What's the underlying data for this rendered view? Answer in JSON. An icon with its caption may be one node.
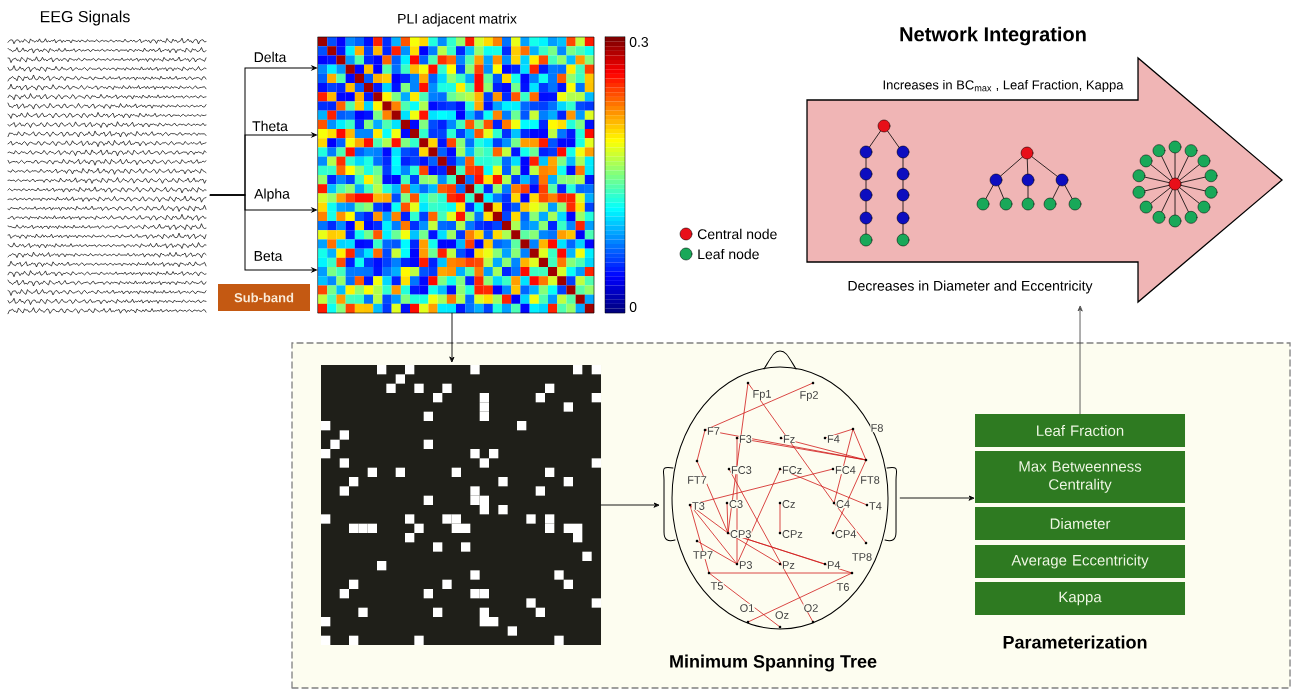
{
  "diagram": {
    "nodes": [
      {
        "text": [
          "EEG Signals"
        ]
      },
      {
        "text": [
          "PLI adjacent matrix"
        ]
      },
      {
        "text": [
          "Sub-band"
        ]
      },
      {
        "text": [
          "Network Integration",
          "Increases in BC$_{max}$ , Leaf Fraction, Kappa",
          "Decreases in Diameter and Eccentricity"
        ]
      },
      {
        "text": [],
        "shape": "box"
      },
      {
        "text": [],
        "shape": "box",
        "in": 4
      },
      {
        "text": [
          "Minimum Spanning Tree"
        ],
        "in": 4
      },
      {
        "text": [
          "Leaf Fraction"
        ],
        "in": 4
      },
      {
        "text": [
          "Max Betweenness Centrality"
        ],
        "in": 4
      },
      {
        "text": [
          "Diameter"
        ],
        "in": 4
      },
      {
        "text": [
          "Average Eccentricity"
        ],
        "in": 4
      },
      {
        "text": [
          "Kappa"
        ],
        "in": 4
      }
    ],
    "edges": [
      {
        "from": 0,
        "to": 1,
        "arrow": "to",
        "label": "Delta"
      },
      {
        "from": 0,
        "to": 1,
        "arrow": "to",
        "label": "Theta"
      },
      {
        "from": 0,
        "to": 1,
        "arrow": "to",
        "label": "Alpha"
      },
      {
        "from": 0,
        "to": 1,
        "arrow": "to",
        "label": "Beta"
      },
      {
        "from": 1,
        "to": 5,
        "arrow": "to"
      },
      {
        "from": 5,
        "to": 6,
        "arrow": "to"
      },
      {
        "from": 6,
        "to": 8,
        "arrow": "to"
      },
      {
        "from": 7,
        "to": 3,
        "arrow": "to"
      }
    ],
    "labels": [
      "0.3",
      "0",
      "Fp1",
      "Fp2",
      "F7",
      "F3",
      "Fz",
      "F4",
      "F8",
      "FT7",
      "FC3",
      "FCz",
      "FC4",
      "FT8",
      "T3",
      "C3",
      "Cz",
      "C4",
      "T4",
      "TP7",
      "CP3",
      "CPz",
      "CP4",
      "TP8",
      "T5",
      "P3",
      "Pz",
      "P4",
      "T6",
      "O1",
      "Oz",
      "O2",
      "Parameterization"
    ],
    "legend": [
      {
        "text": "Central node",
        "color": "#e8101a"
      },
      {
        "text": "Leaf node",
        "color": "#1aa85a"
      }
    ]
  }
}
